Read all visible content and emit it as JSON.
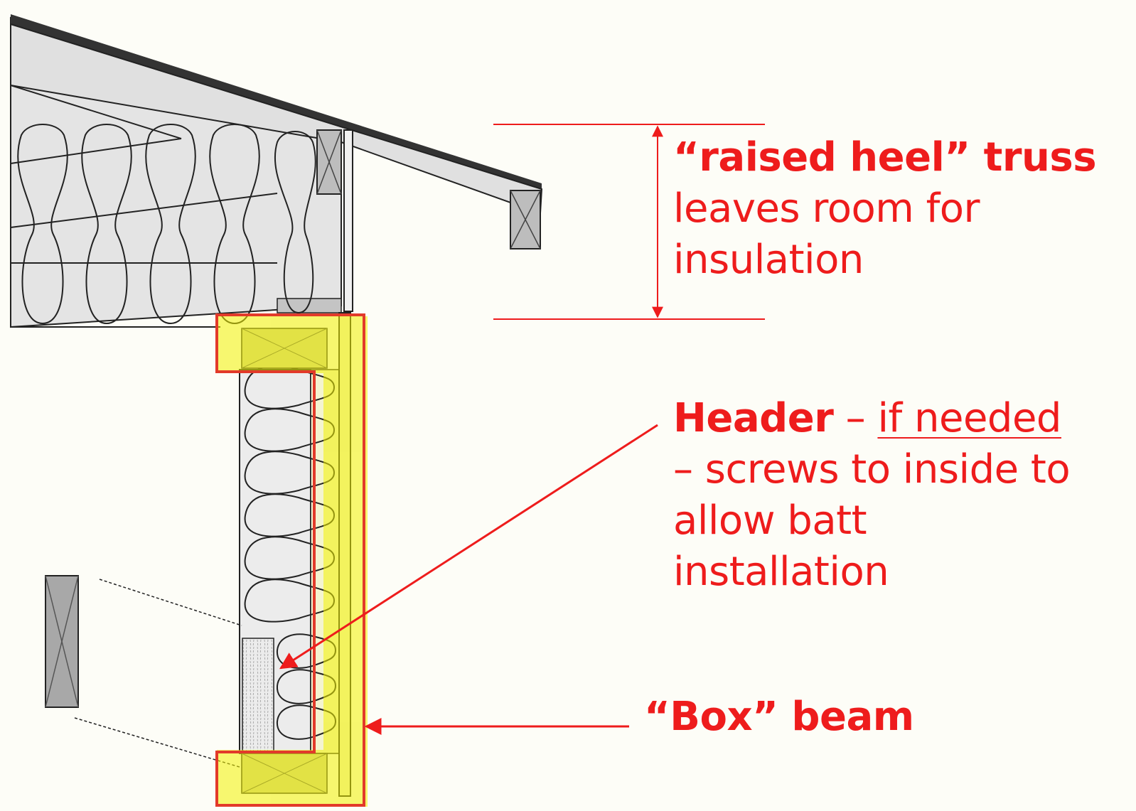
{
  "labels": {
    "truss_title": "“raised heel” truss",
    "truss_line2": "leaves room for",
    "truss_line3": "insulation",
    "header_bold": "Header",
    "header_dash": " – ",
    "header_underlined": "if needed",
    "header_line2": "– screws to inside to",
    "header_line3": "allow batt",
    "header_line4": "installation",
    "box_beam": "“Box” beam"
  },
  "colors": {
    "annotation": "#ee1c1c",
    "highlight": "#f2f200",
    "background": "#fdfdf7",
    "framing_gray": "#c8c8c8",
    "insulation_fill": "#e9e9e9"
  }
}
